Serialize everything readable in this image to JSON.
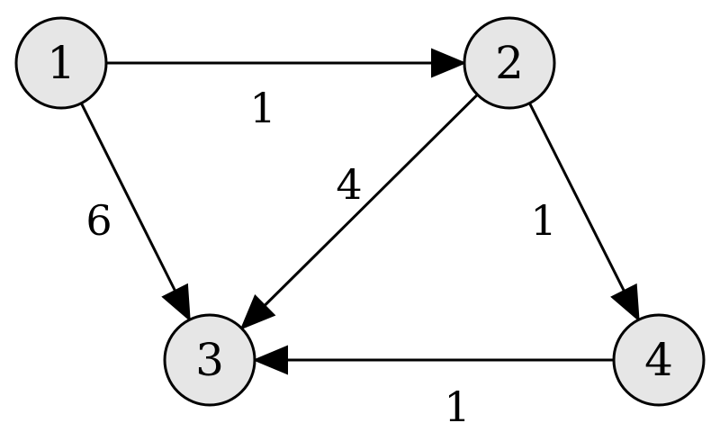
{
  "graph": {
    "directed": true,
    "nodes": [
      {
        "id": "1",
        "label": "1"
      },
      {
        "id": "2",
        "label": "2"
      },
      {
        "id": "3",
        "label": "3"
      },
      {
        "id": "4",
        "label": "4"
      }
    ],
    "edges": [
      {
        "from": "1",
        "to": "2",
        "weight": "1"
      },
      {
        "from": "1",
        "to": "3",
        "weight": "6"
      },
      {
        "from": "2",
        "to": "3",
        "weight": "4"
      },
      {
        "from": "2",
        "to": "4",
        "weight": "1"
      },
      {
        "from": "4",
        "to": "3",
        "weight": "1"
      }
    ],
    "colors": {
      "node_fill": "#e6e6e6",
      "stroke": "#000000",
      "background": "#ffffff"
    }
  }
}
